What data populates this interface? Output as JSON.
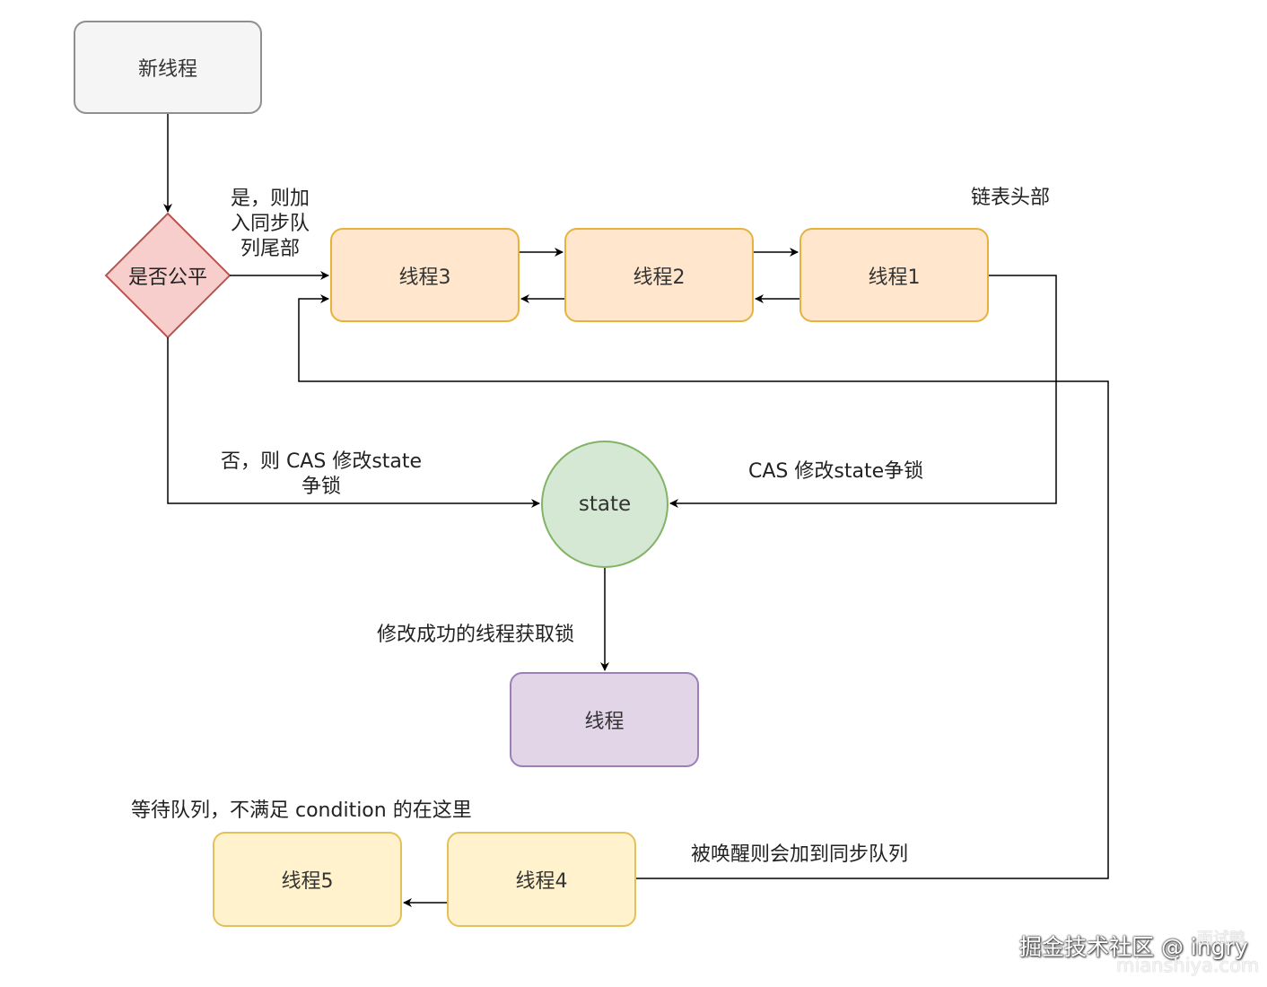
{
  "nodes": {
    "new_thread": "新线程",
    "is_fair": "是否公平",
    "thread3": "线程3",
    "thread2": "线程2",
    "thread1": "线程1",
    "state": "state",
    "thread": "线程",
    "thread5": "线程5",
    "thread4": "线程4"
  },
  "labels": {
    "fair_yes": [
      "是，则加",
      "入同步队",
      "列尾部"
    ],
    "fair_no": [
      "否，则 CAS 修改state",
      "争锁"
    ],
    "queue_head": "链表头部",
    "cas_compete": "CAS 修改state争锁",
    "success_acquire": "修改成功的线程获取锁",
    "wait_queue": "等待队列，不满足 condition 的在这里",
    "wake_up": "被唤醒则会加到同步队列"
  },
  "watermark": {
    "main": "掘金技术社区 @ ingry",
    "top": "面试鸭",
    "site": "mianshiya.com"
  },
  "colors": {
    "gray_fill": "#f5f5f5",
    "diamond_fill": "#f8cecc",
    "diamond_stroke": "#b85450",
    "orange_fill": "#ffe6cc",
    "green_fill": "#d5e8d4",
    "purple_fill": "#e1d5e7",
    "yellow_fill": "#fff2cc"
  }
}
